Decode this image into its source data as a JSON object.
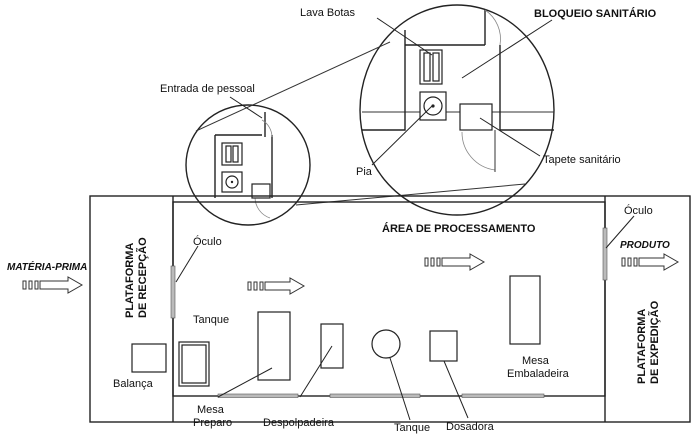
{
  "labels": {
    "lava_botas": "Lava Botas",
    "bloqueio": "BLOQUEIO SANITÁRIO",
    "entrada": "Entrada de pessoal",
    "pia": "Pia",
    "tapete": "Tapete sanitário",
    "oculo_left": "Óculo",
    "oculo_right": "Óculo",
    "area": "ÁREA DE PROCESSAMENTO",
    "produto": "PRODUTO",
    "materia": "MATÉRIA-PRIMA",
    "recepcao_1": "PLATAFORMA",
    "recepcao_2": "DE RECEPÇÃO",
    "expedicao_1": "PLATAFORMA",
    "expedicao_2": "DE EXPEDIÇÃO",
    "tanque_1": "Tanque",
    "balanca": "Balança",
    "mesa_preparo_1": "Mesa",
    "mesa_preparo_2": "Preparo",
    "despolpadeira": "Despolpadeira",
    "tanque_2": "Tanque",
    "dosadora": "Dosadora",
    "mesa_emb_1": "Mesa",
    "mesa_emb_2": "Embaladeira"
  }
}
